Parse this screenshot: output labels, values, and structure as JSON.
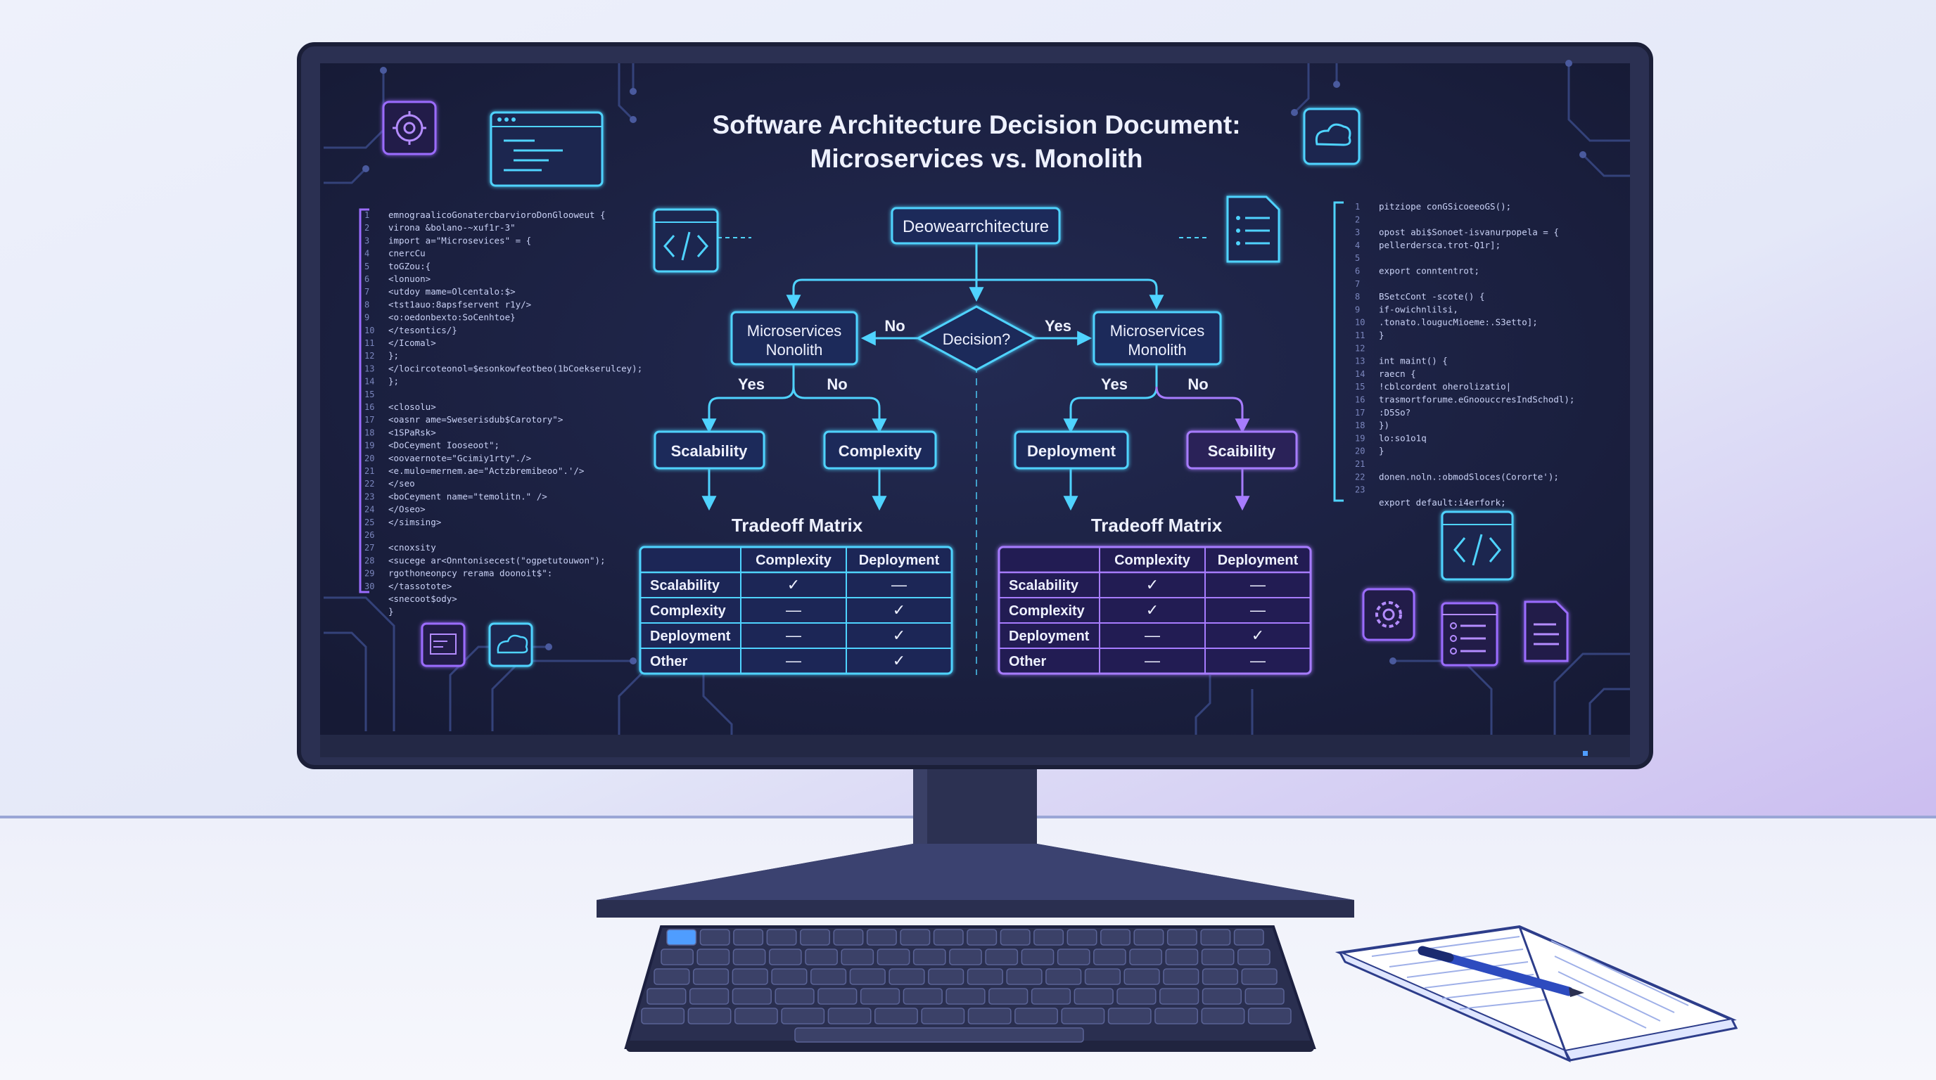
{
  "title": {
    "line1": "Software Architecture Decision Document:",
    "line2": "Microservices vs. Monolith"
  },
  "flow": {
    "root": "Deowearrchitecture",
    "decision": "Decision?",
    "no_label": "No",
    "yes_label": "Yes",
    "left_node": {
      "line1": "Microservices",
      "line2": "Nonolith"
    },
    "right_node": {
      "line1": "Microservices",
      "line2": "Monolith"
    },
    "left_branch": {
      "yes": "Yes",
      "no": "No",
      "a": "Scalability",
      "b": "Complexity"
    },
    "right_branch": {
      "yes": "Yes",
      "no": "No",
      "a": "Deployment",
      "b": "Scaibility"
    }
  },
  "matrices": [
    {
      "title": "Tradeoff Matrix",
      "columns": [
        "Complexity",
        "Deployment"
      ],
      "rows": [
        {
          "label": "Scalability",
          "values": [
            "✓",
            "—"
          ]
        },
        {
          "label": "Complexity",
          "values": [
            "—",
            "✓"
          ]
        },
        {
          "label": "Deployment",
          "values": [
            "—",
            "✓"
          ]
        },
        {
          "label": "Other",
          "values": [
            "—",
            "✓"
          ]
        }
      ]
    },
    {
      "title": "Tradeoff Matrix",
      "columns": [
        "Complexity",
        "Deployment"
      ],
      "rows": [
        {
          "label": "Scalability",
          "values": [
            "✓",
            "—"
          ]
        },
        {
          "label": "Complexity",
          "values": [
            "✓",
            "—"
          ]
        },
        {
          "label": "Deployment",
          "values": [
            "—",
            "✓"
          ]
        },
        {
          "label": "Other",
          "values": [
            "—",
            "—"
          ]
        }
      ]
    }
  ],
  "code_left": [
    "emnograalicoGonatercbarvioroDonGlooweut {",
    "  virona  &bolano-~xuf1r-3\"",
    "  import a=\"Microsevices\" = {",
    "    cnercCu",
    "      toGZou:{",
    "        <lonuon>",
    "          <utdoy mame=Olcentalo:$>",
    "          <tst1auo:8apsfservent r1y/>",
    "          <o:oedonbexto:SoCenhtoe}",
    "          </tesontics/}",
    "        </Icomal>",
    "      };",
    "    </locircoteonol=$esonkowfeotbeo(1bCoekserulcey);",
    "  };",
    "",
    "  <closolu>",
    "    <oasnr ame=Sweserisdub$Carotory\">",
    "      <1SPaRsk>",
    "        <DoCeyment Iooseoot\";",
    "          <oovaernote=\"Gcimiy1rty\"./>",
    "          <e.mulo=mernem.ae=\"Actzbremibeoo\".'/>",
    "        </seo",
    "        <boCeyment name=\"temolitn.\" />",
    "      </Oseo>",
    "  </simsing>",
    "",
    "  <cnoxsity",
    "    <sucege ar<Onntonisecest(\"ogpetutouwon\");",
    "    rgothoneonpcy rerama doonoit$\":",
    "    </tassotote>",
    "    <snecoot$ody>",
    "  }"
  ],
  "code_right": [
    "pitziope conGSicoeeoGS();",
    "",
    "opost abi$Sonoet-isvanurpopela = {",
    "  pellerdersca.trot-Q1r];",
    "",
    "export conntentrot;",
    "",
    "BSetcCont -scote() {",
    "  if-owichnlilsi,",
    "  .tonato.lougucMioeme:.S3etto];",
    "}",
    "",
    "int maint() {",
    "  raecn {",
    "    !cblcordent oherolizatio|",
    "    trasmortforume.eGnoouccresIndSchodl);",
    "    :D5So?",
    "  })",
    "  lo:so1o1q",
    "}",
    "",
    "donen.noln.:obmodSloces(Cororte');",
    "",
    "export default:i4erfork;"
  ],
  "code_left_numbers": [
    "1",
    "2",
    "3",
    "4",
    "5",
    "6",
    "7",
    "8",
    "9",
    "10",
    "11",
    "12",
    "13",
    "14",
    "15",
    "16",
    "17",
    "18",
    "19",
    "20",
    "21",
    "22",
    "23",
    "24",
    "25",
    "26",
    "27",
    "28",
    "29",
    "30"
  ],
  "code_right_numbers": [
    "1",
    "2",
    "3",
    "4",
    "5",
    "6",
    "7",
    "8",
    "9",
    "10",
    "11",
    "12",
    "13",
    "14",
    "15",
    "16",
    "17",
    "18",
    "19",
    "20",
    "21",
    "22",
    "23"
  ],
  "colors": {
    "screen_bg": "#1b2040",
    "cyan": "#4fd3ff",
    "purple": "#9b6cff",
    "text": "#e8ecff",
    "code_text": "#c9d1f5",
    "circuit": "#3a4a86"
  },
  "icons": [
    "gear-chip-icon",
    "code-window-icon",
    "code-tag-icon",
    "document-list-icon",
    "circuit-cloud-icon",
    "gear-icon",
    "checklist-icon",
    "report-icon",
    "terminal-icon",
    "cloud-icon"
  ]
}
